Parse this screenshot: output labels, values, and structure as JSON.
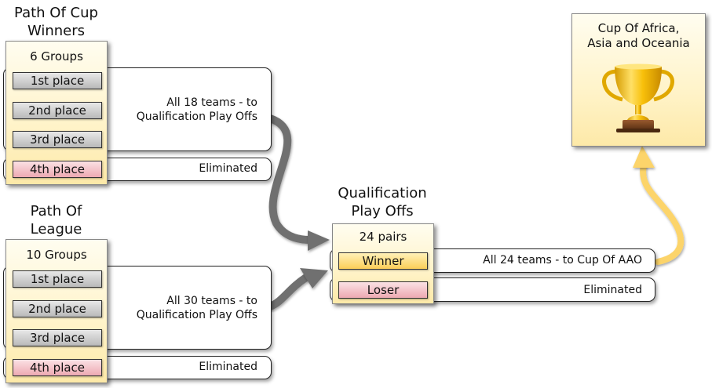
{
  "cup_winners": {
    "heading_line1": "Path Of Cup",
    "heading_line2": "Winners",
    "groups_label": "6 Groups",
    "places": [
      "1st place",
      "2nd place",
      "3rd place",
      "4th place"
    ],
    "advance_line1": "All 18 teams - to",
    "advance_line2": "Qualification Play Offs",
    "eliminated_label": "Eliminated"
  },
  "league": {
    "heading_line1": "Path Of",
    "heading_line2": "League",
    "groups_label": "10 Groups",
    "places": [
      "1st place",
      "2nd place",
      "3rd place",
      "4th place"
    ],
    "advance_line1": "All 30 teams - to",
    "advance_line2": "Qualification Play Offs",
    "eliminated_label": "Eliminated"
  },
  "playoffs": {
    "heading_line1": "Qualification",
    "heading_line2": "Play Offs",
    "pairs_label": "24 pairs",
    "winner_label": "Winner",
    "loser_label": "Loser",
    "advance_label": "All 24 teams - to Cup Of AAO",
    "eliminated_label": "Eliminated"
  },
  "cup": {
    "title_line1": "Cup Of Africa,",
    "title_line2": "Asia and Oceania",
    "icon": "trophy-icon"
  },
  "colors": {
    "place_gray": "#c9c9c9",
    "eliminated_red": "#f0b5bd",
    "winner_gold": "#fcd468",
    "panel_cream": "#fff3c8",
    "arrow_gray": "#707070",
    "arrow_gold": "#fcd46a"
  }
}
